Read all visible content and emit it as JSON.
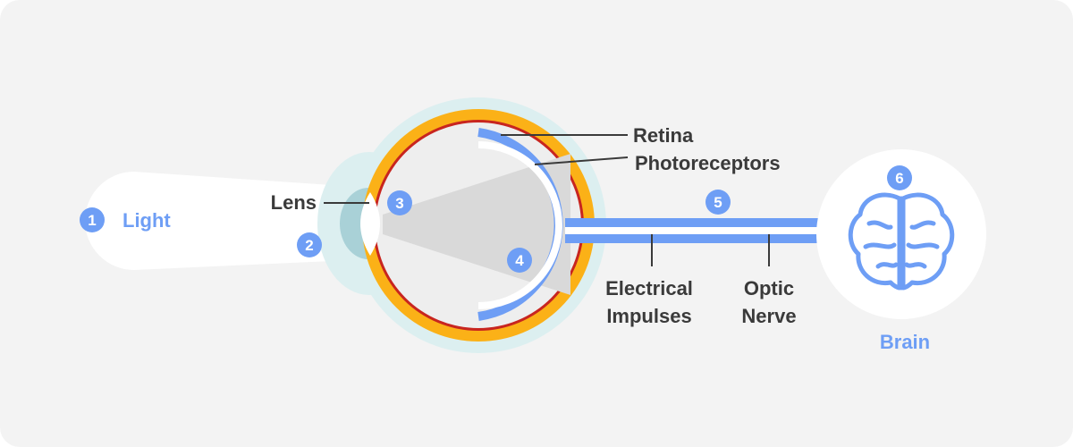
{
  "labels": {
    "light": "Light",
    "lens": "Lens",
    "retina": "Retina",
    "photoreceptors": "Photoreceptors",
    "electrical_line1": "Electrical",
    "electrical_line2": "Impulses",
    "optic_line1": "Optic",
    "optic_line2": "Nerve",
    "brain": "Brain"
  },
  "steps": [
    "1",
    "2",
    "3",
    "4",
    "5",
    "6"
  ],
  "icons": {
    "brain": "brain-icon"
  },
  "colors": {
    "accent_blue": "#6e9ef5",
    "sclera_orange": "#fbb117",
    "choroid_red": "#c8251f",
    "glow": "#dceff0",
    "text_dark": "#3a3a3a",
    "background": "#f3f3f3"
  }
}
